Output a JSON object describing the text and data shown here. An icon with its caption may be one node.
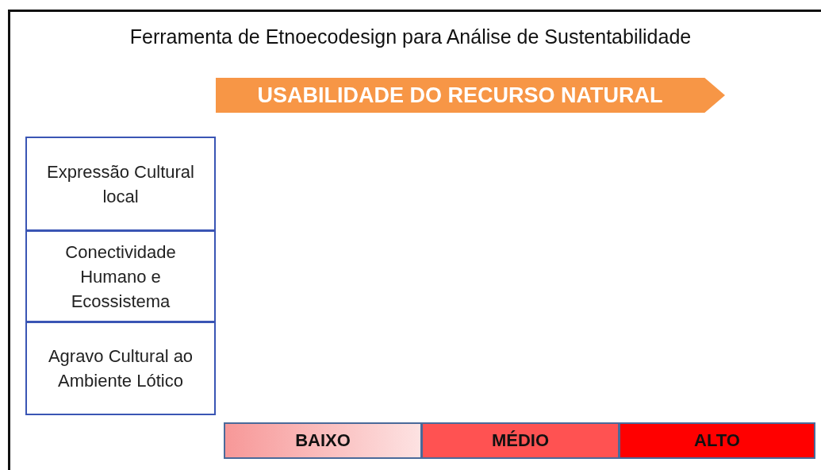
{
  "diagram": {
    "title": "Ferramenta de Etnoecodesign para Análise de Sustentabilidade",
    "nodes": [
      {
        "text": [
          "USABILIDADE DO RECURSO NATURAL"
        ]
      },
      {
        "text": [
          "Expressão Cultural local"
        ]
      },
      {
        "text": [
          "Conectividade Humano e Ecossistema"
        ]
      },
      {
        "text": [
          "Agravo Cultural ao Ambiente Lótico"
        ]
      },
      {
        "text": [
          "BAIXO"
        ]
      },
      {
        "text": [
          "MÉDIO"
        ]
      },
      {
        "text": [
          "ALTO"
        ]
      }
    ]
  }
}
